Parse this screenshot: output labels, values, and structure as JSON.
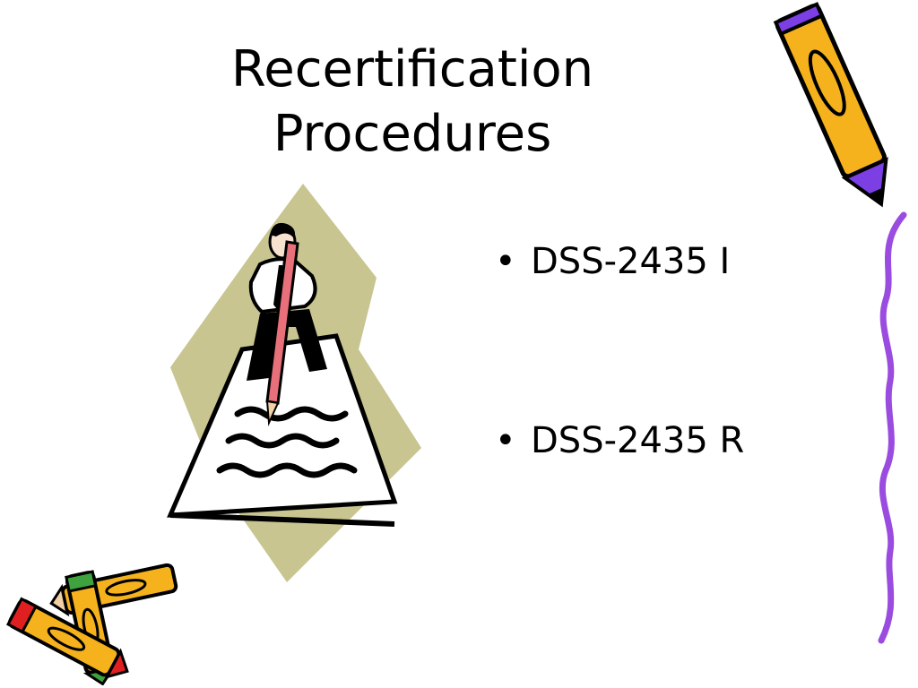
{
  "slide": {
    "title_line1": "Recertification",
    "title_line2": "Procedures",
    "bullet_char": "•",
    "bullets": [
      {
        "text": "DSS-2435 I"
      },
      {
        "text": "DSS-2435 R"
      }
    ]
  },
  "colors": {
    "background": "#ffffff",
    "text": "#000000",
    "khaki": "#c8c590",
    "pencil_body": "#f5b21c",
    "pencil_tip_purple": "#7b3fe4",
    "pencil_pink": "#e8707a",
    "wavy_line": "#9a4ce0",
    "crayon_green": "#3ea23e",
    "crayon_red": "#e02020"
  },
  "icons": [
    "pencil-icon",
    "writer-clipart",
    "crayons-icon",
    "wavy-border"
  ]
}
